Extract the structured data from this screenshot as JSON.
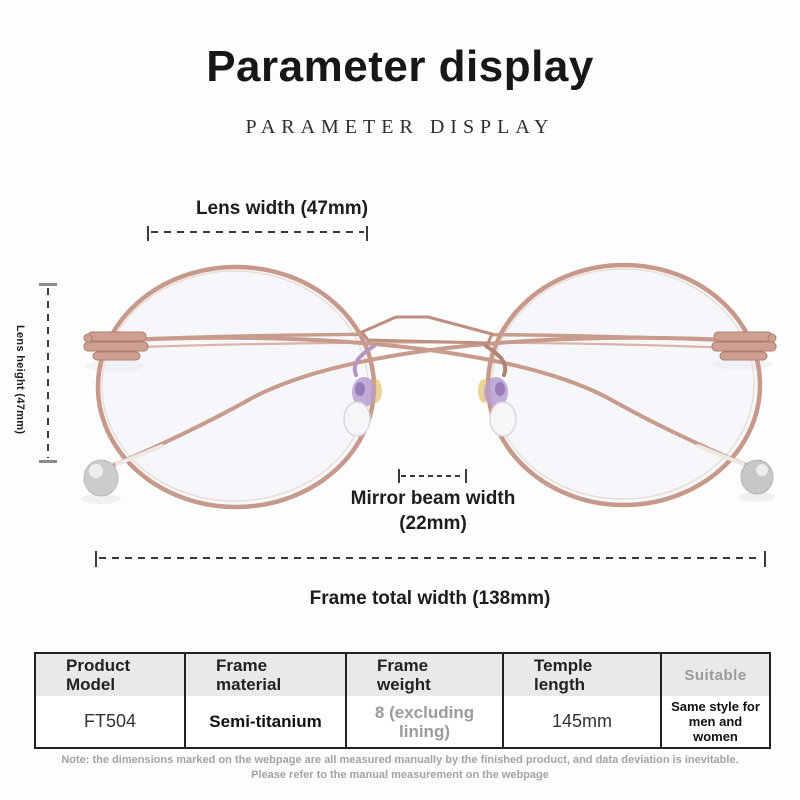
{
  "header": {
    "title": "Parameter display",
    "subtitle": "PARAMETER DISPLAY"
  },
  "diagram": {
    "lens_width_label": "Lens width (47mm)",
    "lens_height_label": "Lens height (47mm)",
    "mirror_beam_label_line1": "Mirror beam width",
    "mirror_beam_label_line2": "(22mm)",
    "frame_total_width_label": "Frame total width (138mm)",
    "measurements": {
      "lens_width_mm": 47,
      "lens_height_mm": 47,
      "mirror_beam_width_mm": 22,
      "frame_total_width_mm": 138
    }
  },
  "spec_table": {
    "columns": [
      {
        "header": "Product Model",
        "value": "FT504"
      },
      {
        "header": "Frame material",
        "value": "Semi-titanium"
      },
      {
        "header": "Frame weight",
        "value": "8 (excluding lining)"
      },
      {
        "header": "Temple length",
        "value": "145mm"
      },
      {
        "header": "Suitable",
        "value": "Same style for men and women"
      }
    ]
  },
  "footnote": {
    "line1": "Note: the dimensions marked on the webpage are all measured manually by the finished product, and data deviation is inevitable.",
    "line2": "Please refer to the manual measurement on the webpage"
  },
  "colors": {
    "frame_rose_gold": "#c89b8d",
    "dash_line": "#3a3a3a",
    "table_header_bg": "#e9e9e9",
    "muted_text": "#9b9b9b"
  }
}
